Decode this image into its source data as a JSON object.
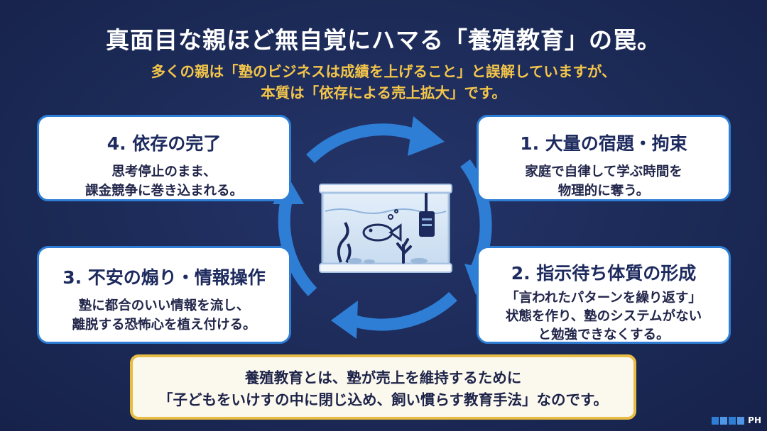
{
  "title": "真面目な親ほど無自覚にハマる「養殖教育」の罠。",
  "subtitle": {
    "line1": "多くの親は「塾のビジネスは成績を上げること」と誤解していますが、",
    "line2": "本質は「依存による売上拡大」です。"
  },
  "steps": {
    "s1": {
      "title": "1. 大量の宿題・拘束",
      "lines": [
        "家庭で自律して学ぶ時間を",
        "物理的に奪う。"
      ]
    },
    "s2": {
      "title": "2. 指示待ち体質の形成",
      "lines": [
        "「言われたパターンを繰り返す」",
        "状態を作り、塾のシステムがない",
        "と勉強できなくする。"
      ]
    },
    "s3": {
      "title": "3. 不安の煽り・情報操作",
      "lines": [
        "塾に都合のいい情報を流し、",
        "離脱する恐怖心を植え付ける。"
      ]
    },
    "s4": {
      "title": "4. 依存の完了",
      "lines": [
        "思考停止のまま、",
        "課金競争に巻き込まれる。"
      ]
    }
  },
  "conclusion": {
    "line1": "養殖教育とは、塾が売上を維持するために",
    "line2": "「子どもをいけすの中に閉じ込め、飼い慣らす教育手法」なのです。"
  },
  "logo": {
    "text": "PH"
  },
  "colors": {
    "background": "#1c2a57",
    "accent_blue": "#2f7ed6",
    "accent_gold": "#e7bd45",
    "subtitle_gold": "#f3c54a"
  },
  "icons": {
    "center": "aquarium-fish-tank-icon"
  }
}
